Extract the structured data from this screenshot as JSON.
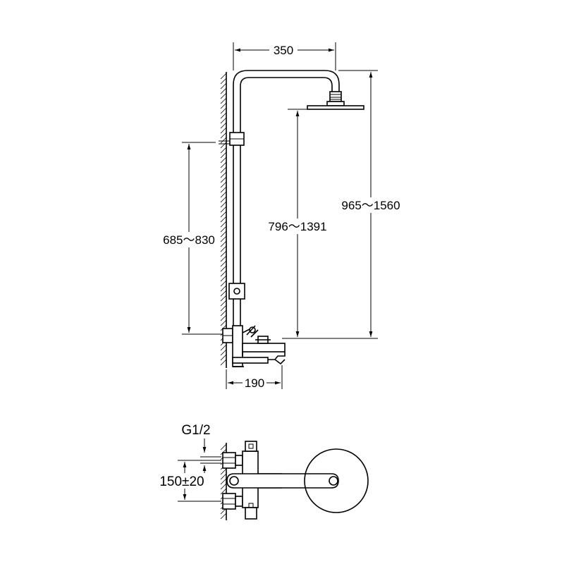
{
  "dimensions": {
    "arm_width": "350",
    "spout_projection": "190",
    "overall_height": "965～1560",
    "head_height": "796～1391",
    "mixer_height": "685～830",
    "inlet_thread": "G1/2",
    "inlet_centers": "150±20"
  },
  "colors": {
    "line": "#000000",
    "background": "#ffffff"
  }
}
